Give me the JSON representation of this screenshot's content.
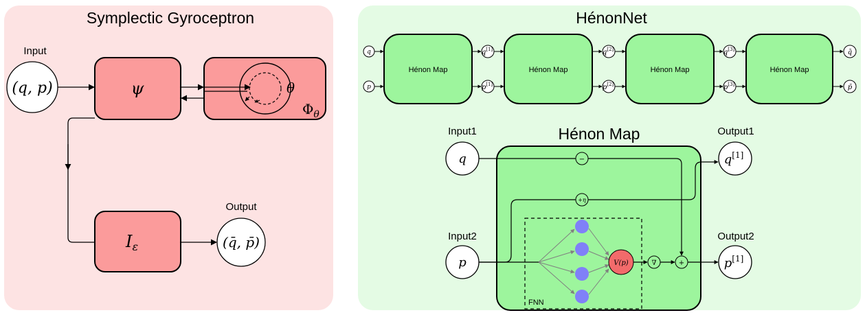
{
  "left_panel": {
    "title": "Symplectic Gyroceptron",
    "input_label": "Input",
    "input_node": "(q, p)",
    "psi_block": "ψ",
    "phi_block": "Φθ",
    "phi_symbol": "Φ",
    "phi_subscript": "θ",
    "theta_label": "θ",
    "i_block_symbol": "I",
    "i_block_subscript": "ε",
    "output_label": "Output",
    "output_node": "(q̄, p̄)"
  },
  "right_panel": {
    "title": "HénonNet",
    "chain_inputs": [
      "q",
      "p"
    ],
    "blocks": [
      {
        "label": "Hénon Map",
        "q_out": "q",
        "q_sup": "[1]",
        "p_out": "p",
        "p_sup": "[1]"
      },
      {
        "label": "Hénon Map",
        "q_out": "q",
        "q_sup": "[2]",
        "p_out": "p",
        "p_sup": "[2]"
      },
      {
        "label": "Hénon Map",
        "q_out": "q",
        "q_sup": "[3]",
        "p_out": "p",
        "p_sup": "[3]"
      },
      {
        "label": "Hénon Map"
      }
    ],
    "chain_outputs": [
      "q̄",
      "p̄"
    ],
    "henon_map": {
      "title": "Hénon Map",
      "input1_label": "Input1",
      "input1_node": "q",
      "input2_label": "Input2",
      "input2_node": "p",
      "output1_label": "Output1",
      "output1_node": "q",
      "output1_sup": "[1]",
      "output2_label": "Output2",
      "output2_node": "p",
      "output2_sup": "[1]",
      "minus_op": "−",
      "plus_eta_op": "+η",
      "grad_op": "∇",
      "plus_op": "+",
      "potential_node": "V(p)",
      "fnn_label": "FNN"
    }
  },
  "colors": {
    "left_bg": "#fde3e3",
    "right_bg": "#e4fbe4",
    "red_block": "#fb9b9b",
    "green_block": "#9df59d",
    "neuron": "#8080f8",
    "potential": "#f26b6b"
  }
}
